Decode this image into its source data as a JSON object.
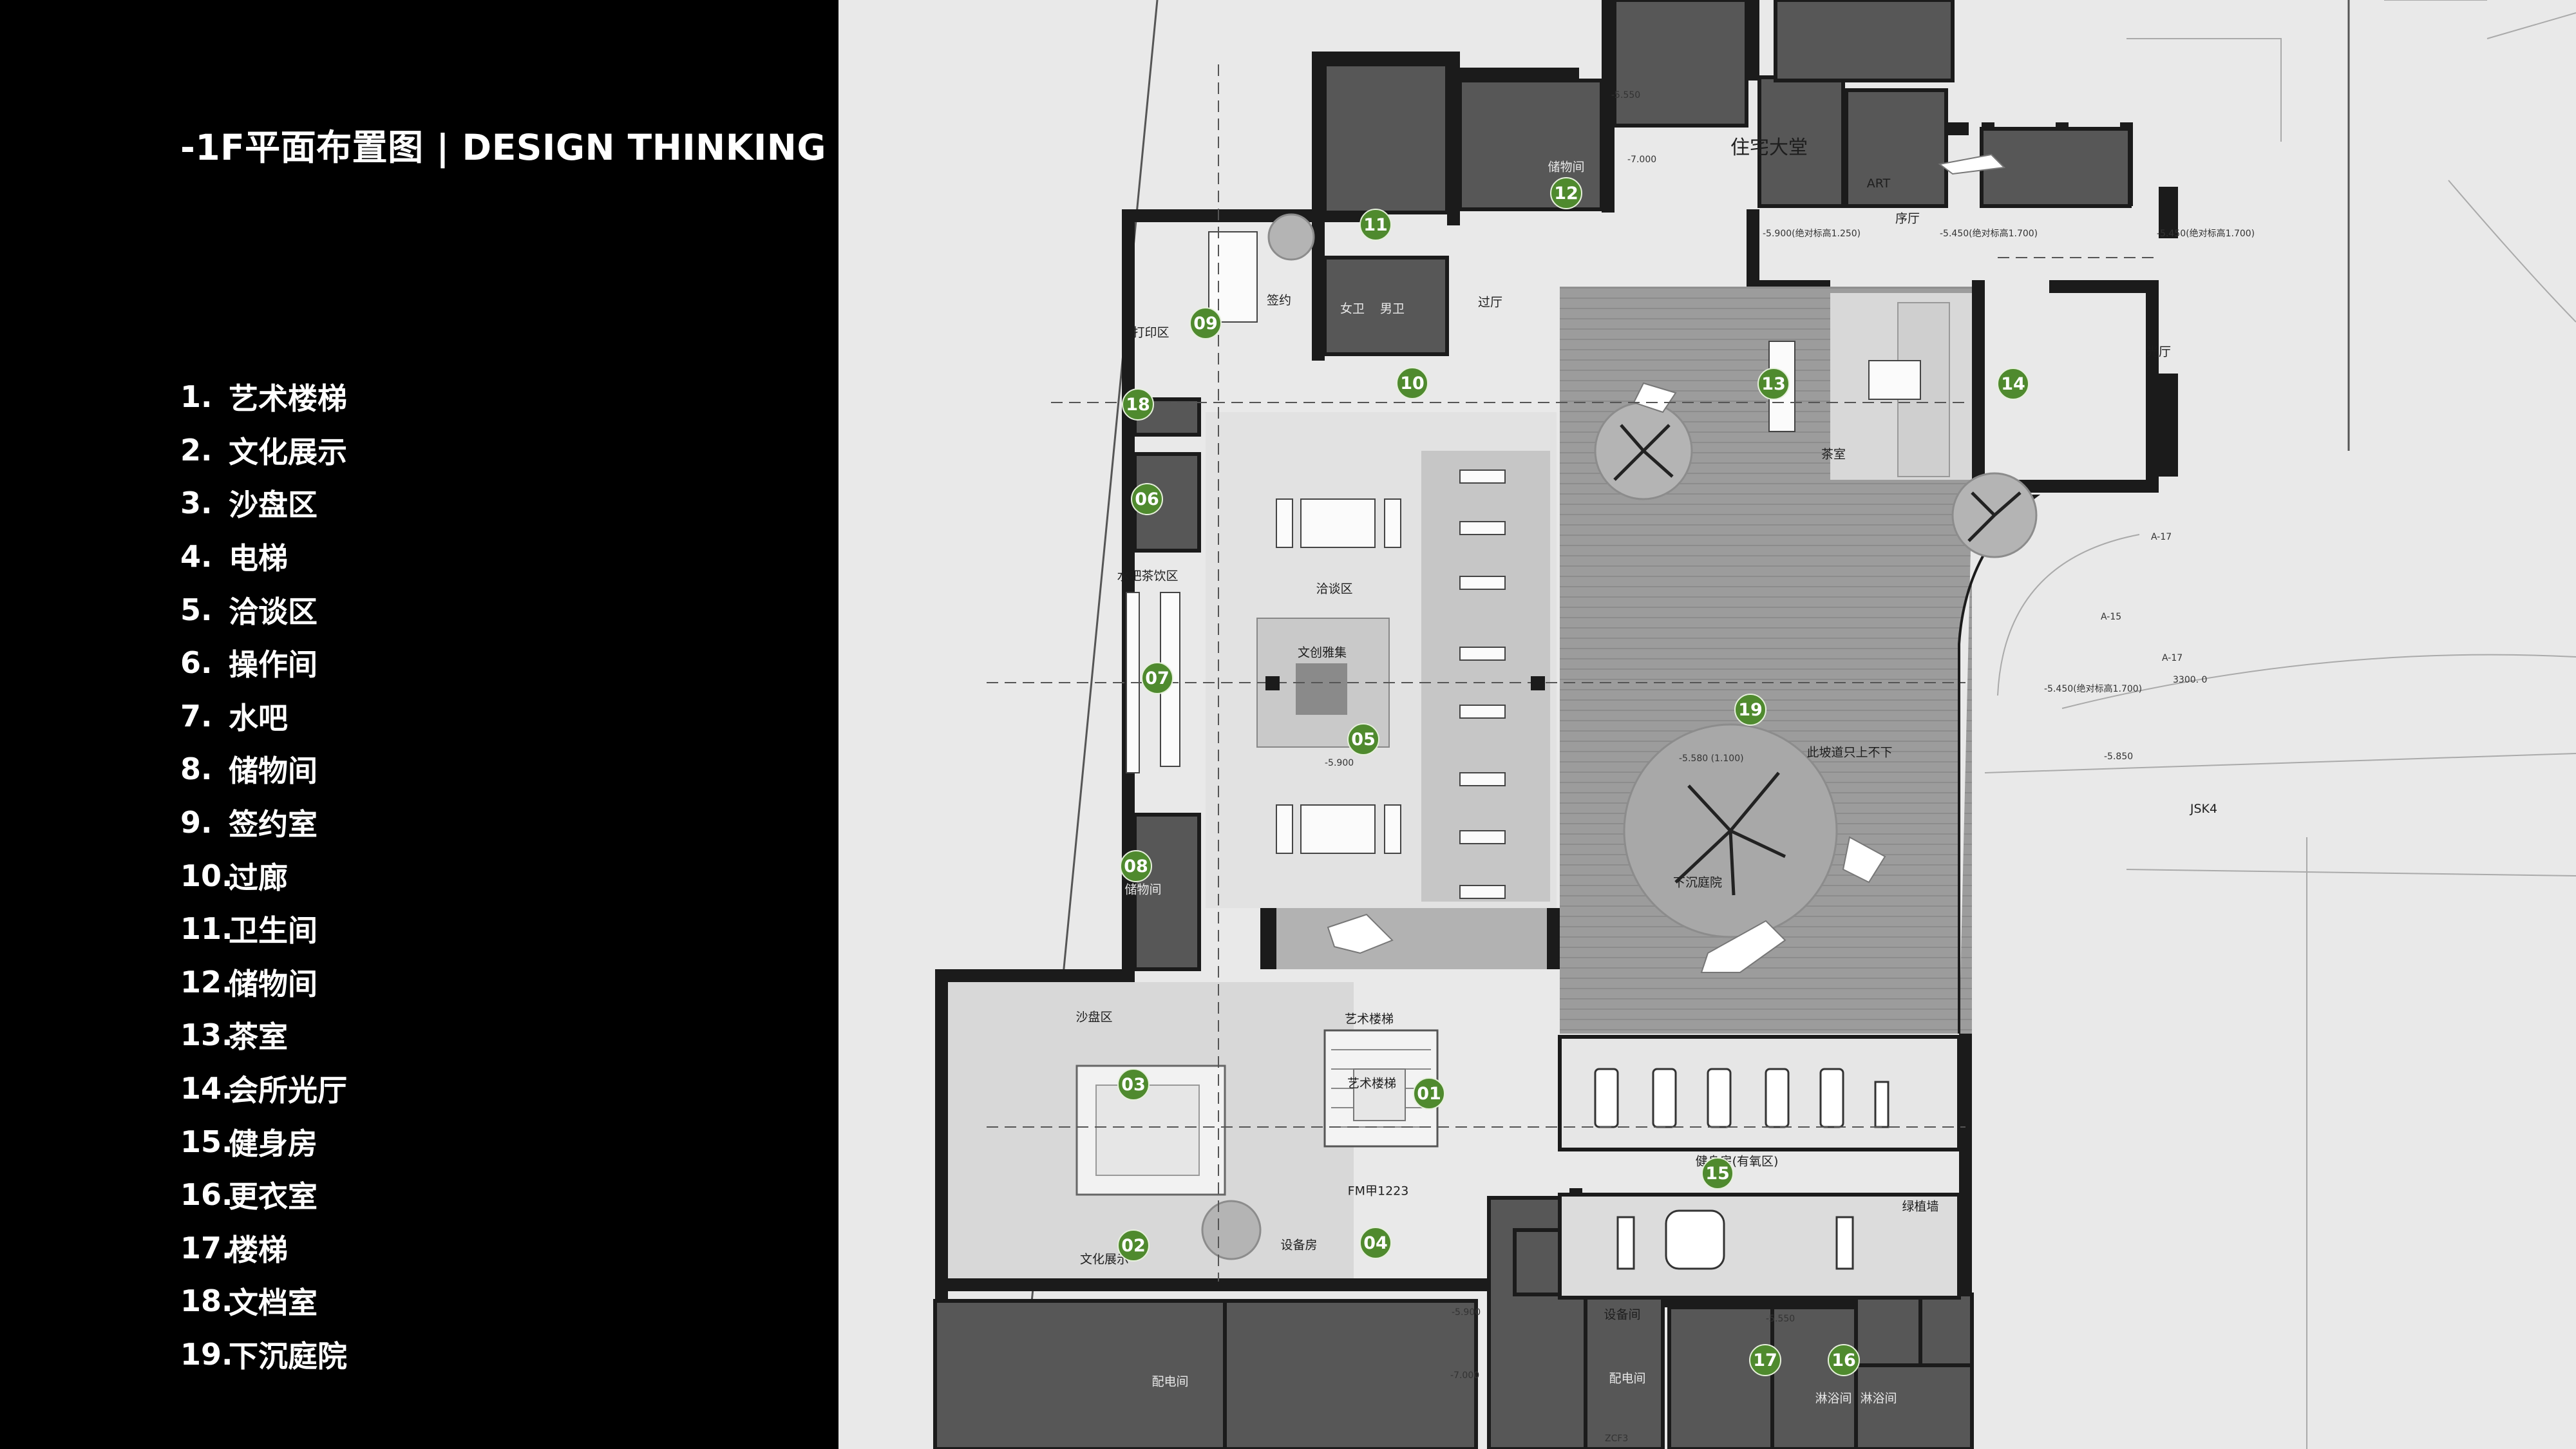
{
  "title": "-1F平面布置图 | DESIGN THINKING",
  "legend": [
    {
      "num": "1.",
      "label": "艺术楼梯"
    },
    {
      "num": "2.",
      "label": "文化展示"
    },
    {
      "num": "3.",
      "label": "沙盘区"
    },
    {
      "num": "4.",
      "label": "电梯"
    },
    {
      "num": "5.",
      "label": "洽谈区"
    },
    {
      "num": "6.",
      "label": "操作间"
    },
    {
      "num": "7.",
      "label": "水吧"
    },
    {
      "num": "8.",
      "label": "储物间"
    },
    {
      "num": "9.",
      "label": "签约室"
    },
    {
      "num": "10.",
      "label": "过廊"
    },
    {
      "num": "11.",
      "label": "卫生间"
    },
    {
      "num": "12.",
      "label": "储物间"
    },
    {
      "num": "13.",
      "label": "茶室"
    },
    {
      "num": "14.",
      "label": "会所光厅"
    },
    {
      "num": "15.",
      "label": "健身房"
    },
    {
      "num": "16.",
      "label": "更衣室"
    },
    {
      "num": "17.",
      "label": "楼梯"
    },
    {
      "num": "18.",
      "label": "文档室"
    },
    {
      "num": "19.",
      "label": "下沉庭院"
    }
  ],
  "markers": [
    "01",
    "02",
    "03",
    "04",
    "05",
    "06",
    "07",
    "08",
    "09",
    "10",
    "11",
    "12",
    "13",
    "14",
    "15",
    "16",
    "17",
    "18",
    "19"
  ],
  "room_labels": {
    "residential_lobby": "住宅大堂",
    "foyer": "序厅",
    "light_hall": "光厅",
    "hall": "过厅",
    "sign": "签约",
    "print_area": "打印区",
    "tea_room": "茶室",
    "water_bar": "水吧茶饮区",
    "negotiation": "洽谈区",
    "storage_8": "储物间",
    "storage_12": "储物间",
    "sand_table": "沙盘区",
    "art_stair_top": "艺术楼梯",
    "art_stair": "艺术楼梯",
    "culture_display": "文化展示",
    "equipment": "设备房",
    "gym": "健身房(有氧区)",
    "green_wall": "绿植墙",
    "sunken_court": "下沉庭院",
    "power_room": "配电间",
    "equip_room": "设备间",
    "shower_1": "淋浴间",
    "shower_2": "淋浴间",
    "female_wc": "女卫",
    "male_wc": "男卫",
    "art_label": "ART",
    "cultural_goods": "文创雅集",
    "slope": "此坡道只上不下",
    "jsk": "JSK4",
    "fm": "FM甲1223"
  },
  "dimensions": {
    "d1": "-5.900(绝对标高1.250)",
    "d2": "-5.450(绝对标高1.700)",
    "d3": "-5.450(绝对标高1.700)",
    "d4": "-5.450(绝对标高1.700)",
    "d5": "3300. 0",
    "d6": "-5.850",
    "d7": "-5.900",
    "d8": "-5.550",
    "d9": "-5.550",
    "d10": "-7.000",
    "d11": "A-15",
    "d12": "A-17",
    "d13": "A-17",
    "d14": "-5.900",
    "d15": "-7.000",
    "d16": "ZCF3",
    "d17": "-5.580 (1.100)"
  },
  "colors": {
    "left_panel": "#000000",
    "title_text": "#ffffff",
    "plan_background": "#e9e9e9",
    "wall": "#1b1b1b",
    "service_rooms": "#555555",
    "courtyard": "#9a9a9a",
    "marker": "#4f8a2e"
  }
}
